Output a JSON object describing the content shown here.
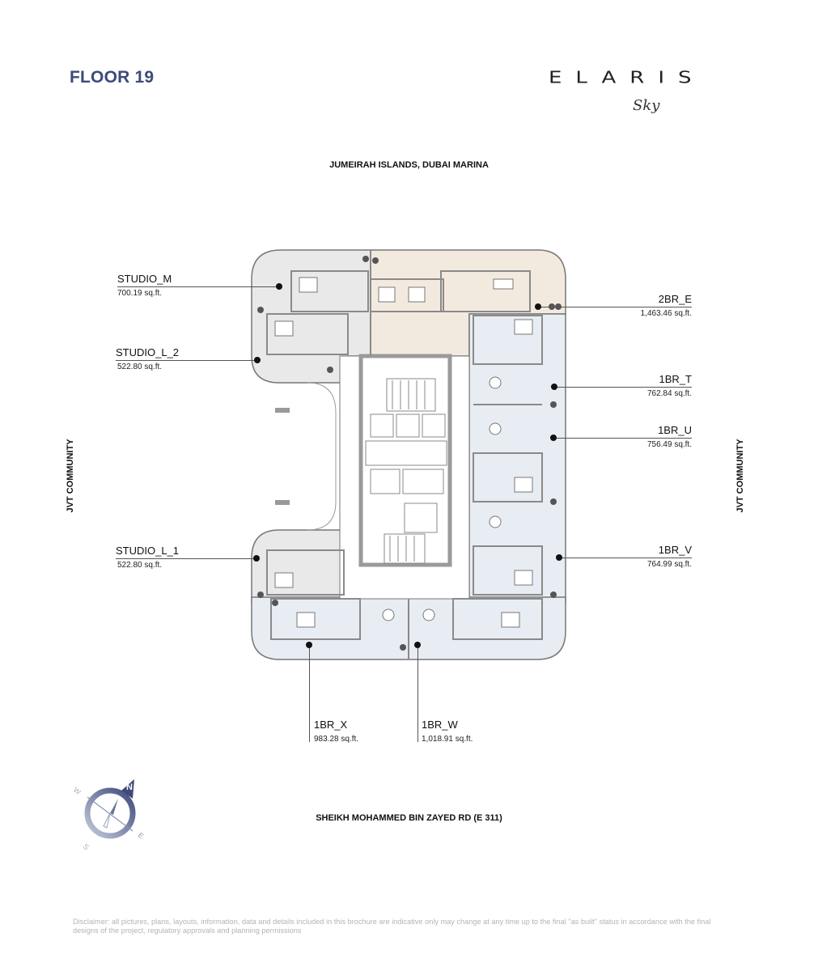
{
  "header": {
    "floor_title": "FLOOR 19",
    "logo": {
      "word": "ELARIS",
      "sub": "Sky"
    }
  },
  "surroundings": {
    "north_road": "JUMEIRAH ISLANDS, DUBAI MARINA",
    "south_road": "SHEIKH MOHAMMED BIN ZAYED RD (E 311)",
    "west": "JVT COMMUNITY",
    "east": "JVT COMMUNITY"
  },
  "units": [
    {
      "name": "STUDIO_M",
      "area": "700.19 sq.ft."
    },
    {
      "name": "STUDIO_L_2",
      "area": "522.80 sq.ft."
    },
    {
      "name": "STUDIO_L_1",
      "area": "522.80 sq.ft."
    },
    {
      "name": "2BR_E",
      "area": "1,463.46 sq.ft."
    },
    {
      "name": "1BR_T",
      "area": "762.84 sq.ft."
    },
    {
      "name": "1BR_U",
      "area": "756.49 sq.ft."
    },
    {
      "name": "1BR_V",
      "area": "764.99 sq.ft."
    },
    {
      "name": "1BR_X",
      "area": "983.28 sq.ft."
    },
    {
      "name": "1BR_W",
      "area": "1,018.91 sq.ft."
    }
  ],
  "compass": {
    "n": "N",
    "e": "E",
    "s": "S",
    "w": "W"
  },
  "disclaimer": "Disclaimer: all pictures, plans, layouts, information, data and details included in this brochure are indicative only may change at any time up to the final \"as built\" status in accordance with the final designs of the project, regulatory approvals and planning permissions",
  "colors": {
    "title": "#3d4a7a",
    "studio_zone": "#e9e9e9",
    "two_bed_zone": "#f3eadf",
    "one_bed_zone": "#e8ecf3",
    "wall": "#8a8a8a"
  }
}
